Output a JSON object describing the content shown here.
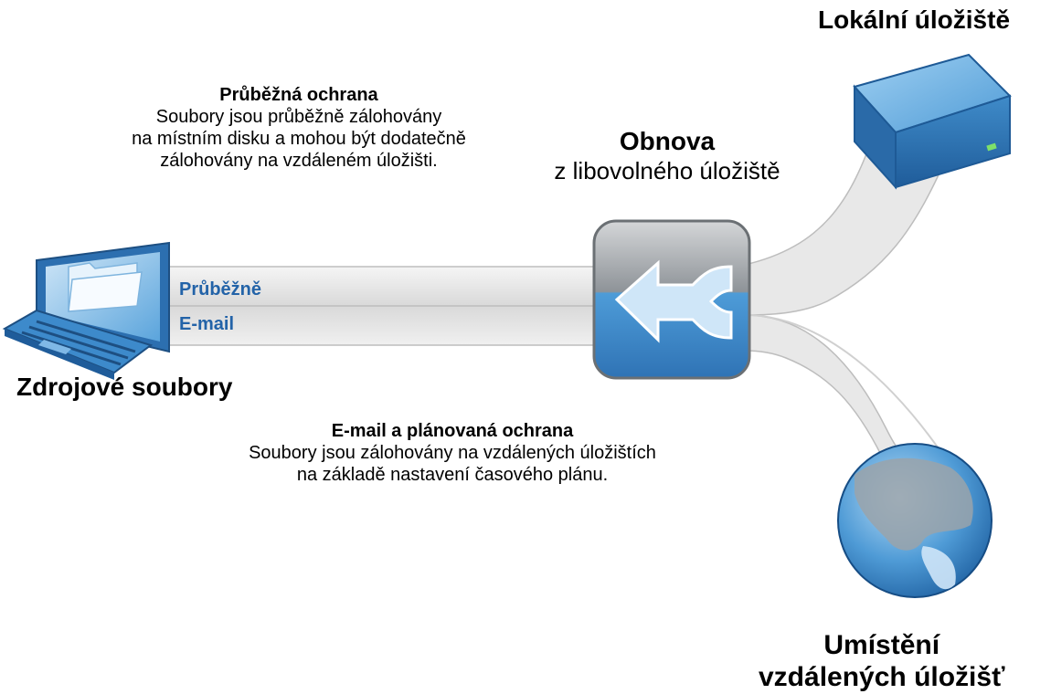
{
  "nodes": {
    "local_storage_label": "Lokální úložiště",
    "remote_storage_label_line1": "Umístění",
    "remote_storage_label_line2": "vzdálených úložišť",
    "source_label": "Zdrojové soubory"
  },
  "pipes": {
    "continuous_label": "Průběžně",
    "email_label": "E-mail"
  },
  "continuous": {
    "title": "Průběžná ochrana",
    "lines": [
      "Soubory jsou průběžně zálohovány",
      "na místním disku a mohou být dodatečně",
      "zálohovány na vzdáleném úložišti."
    ]
  },
  "restore": {
    "title": "Obnova",
    "subtitle": "z libovolného úložiště"
  },
  "scheduled": {
    "title": "E-mail a plánovaná ochrana",
    "lines": [
      "Soubory jsou zálohovány na vzdálených úložištích",
      "na základě nastavení časového plánu."
    ]
  },
  "colors": {
    "pipe_label": "#2363a8",
    "box_blue": "#3a8fd0",
    "box_gray": "#8a8f94",
    "pipe_fill": "#e6e6e6",
    "pipe_edge": "#b8b8b8"
  },
  "icons": {
    "source": "laptop-icon",
    "restore": "restore-arrow-icon",
    "local": "server-box-icon",
    "remote": "globe-icon"
  }
}
